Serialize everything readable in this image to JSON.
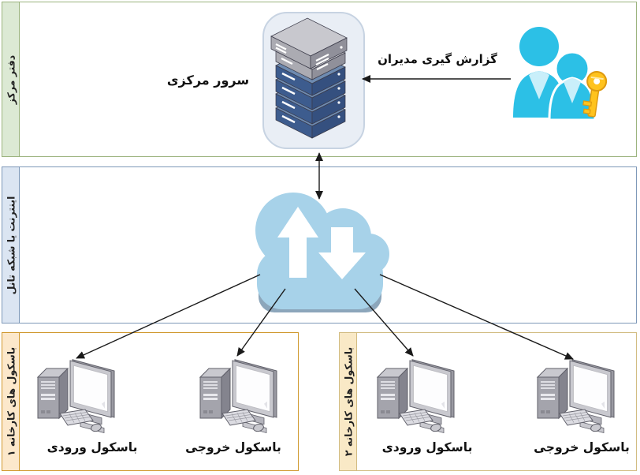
{
  "bands": {
    "head_office": {
      "label": "دفتر مرکز"
    },
    "network": {
      "label": "اینترنت یا شبکه تانل"
    },
    "factory1": {
      "label": "باسکول های کارخانه ۱"
    },
    "factory2": {
      "label": "باسکول های کارخانه ۲"
    }
  },
  "nodes": {
    "server": {
      "label": "سرور مرکزی",
      "icon": "server-rack-stack"
    },
    "managers": {
      "label": "گزارش گیری مدیران",
      "icon": "two-managers-with-key"
    },
    "network_cloud": {
      "icon": "cloud-upload-download"
    },
    "factory1_entry": {
      "label": "باسکول ورودی",
      "icon": "desktop-workstation"
    },
    "factory1_exit": {
      "label": "باسکول خروجی",
      "icon": "desktop-workstation"
    },
    "factory2_entry": {
      "label": "باسکول ورودی",
      "icon": "desktop-workstation"
    },
    "factory2_exit": {
      "label": "باسکول خروجی",
      "icon": "desktop-workstation"
    }
  },
  "connectors": [
    {
      "from": "managers",
      "to": "server",
      "style": "single-arrow"
    },
    {
      "from": "server",
      "to": "network_cloud",
      "style": "double-arrow"
    },
    {
      "from": "network_cloud",
      "to": "factory1_entry",
      "style": "single-arrow"
    },
    {
      "from": "network_cloud",
      "to": "factory1_exit",
      "style": "single-arrow"
    },
    {
      "from": "network_cloud",
      "to": "factory2_entry",
      "style": "single-arrow"
    },
    {
      "from": "network_cloud",
      "to": "factory2_exit",
      "style": "single-arrow"
    }
  ],
  "colors": {
    "head_office_border": "#9BB37E",
    "head_office_strip": "#DCE9D4",
    "network_border": "#7E98B8",
    "network_strip": "#DBE5F2",
    "factory1_border": "#D0992E",
    "factory1_strip": "#FCE8CB",
    "factory2_border": "#D2BC82",
    "factory2_strip": "#F9E9C6",
    "cloud": "#A7D2E9",
    "cloud_rim": "#8CA6BB",
    "people": "#2CC0E6",
    "key": "#FFC31E",
    "server_blue": "#3D5C8E",
    "server_gray": "#ABABB2",
    "server_shield": "#E9EEF5",
    "arrow": "#1A1A1A"
  }
}
